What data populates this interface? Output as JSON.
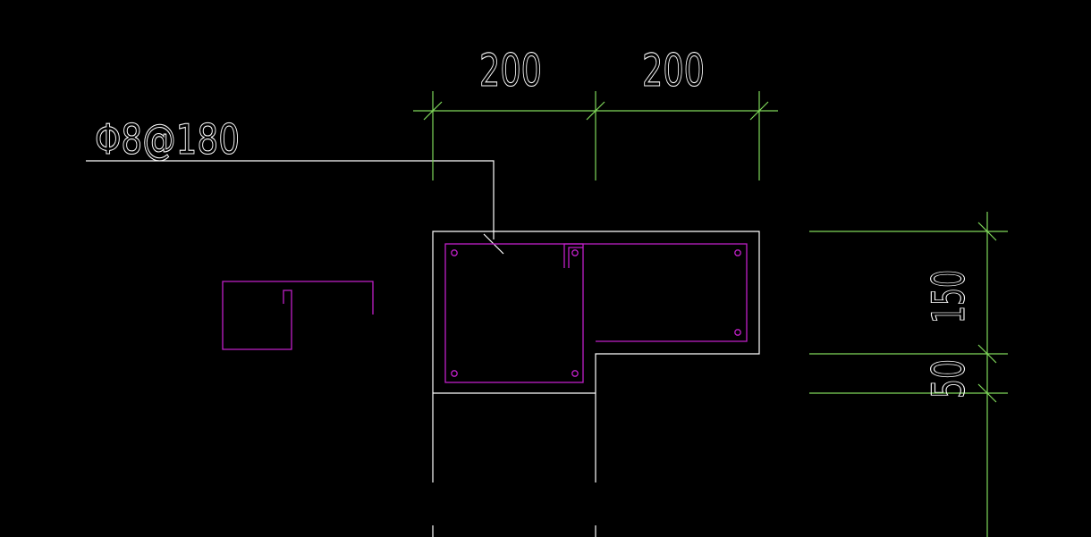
{
  "drawing": {
    "background_color": "#000000",
    "colors": {
      "outline": "#ffffff",
      "dimension": "#7fd85a",
      "rebar": "#c020c8"
    },
    "rebar_label": "Φ8@180",
    "dimensions": {
      "top_left": "200",
      "top_right": "200",
      "right_upper": "150",
      "right_lower": "50"
    }
  }
}
